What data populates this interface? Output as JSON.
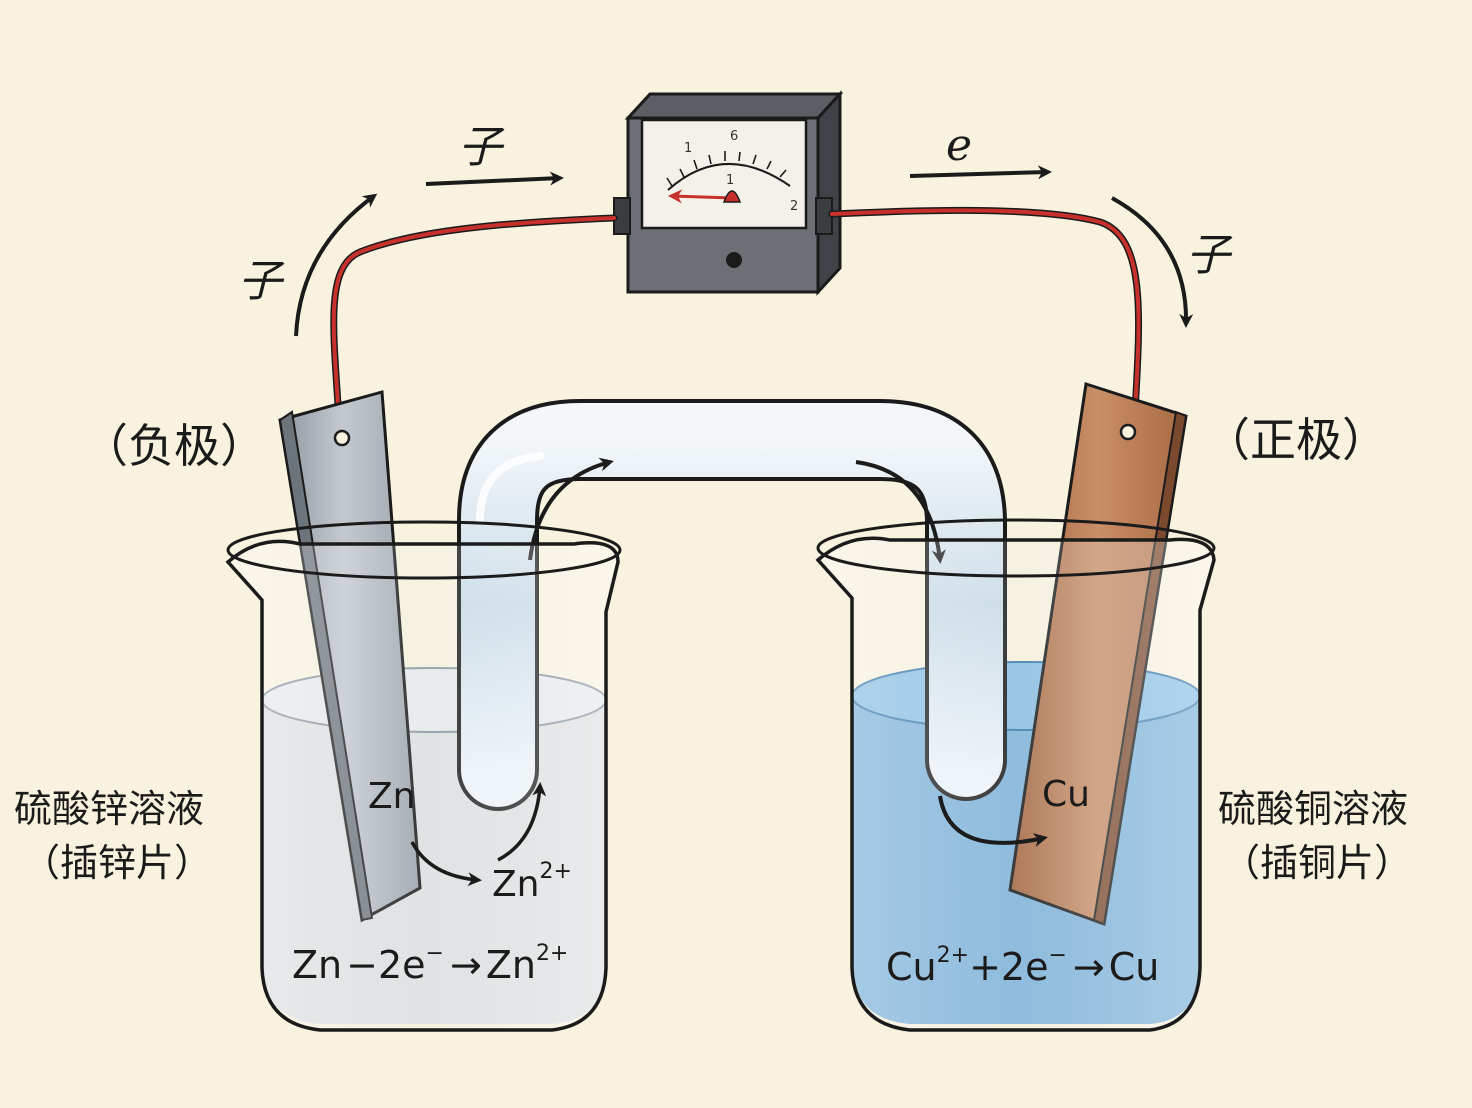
{
  "labels": {
    "negative": "（负极）",
    "positive": "（正极）",
    "left_solution": "硫酸锌溶液",
    "left_solution_note": "（插锌片）",
    "right_solution": "硫酸铜溶液",
    "right_solution_note": "（插铜片）"
  },
  "electron_labels": {
    "left_wire": "子",
    "top_left": "子",
    "top_right": "e",
    "right_wire": "子"
  },
  "meter": {
    "scale_ticks": [
      "1",
      "6",
      "1",
      "2"
    ]
  },
  "left_beaker": {
    "electrode": "Zn",
    "ion": "Zn",
    "ion_charge": "2+",
    "equation_a": "Zn",
    "equation_minus": "−2e",
    "equation_e_charge": "−",
    "equation_arrow": "→",
    "equation_b": "Zn",
    "equation_b_charge": "2+"
  },
  "right_beaker": {
    "electrode": "Cu",
    "equation_a": "Cu",
    "equation_a_charge": "2+",
    "equation_plus": "+2e",
    "equation_e_charge": "−",
    "equation_arrow": "→",
    "equation_b": "Cu"
  },
  "colors": {
    "background": "#f8f2df",
    "wire": "#c8312b",
    "zinc": "#a9b0b8",
    "copper": "#b87a52",
    "znso4_solution": "#d9dee3",
    "cuso4_solution": "#6aa8d8",
    "outline": "#1b1b1b"
  }
}
